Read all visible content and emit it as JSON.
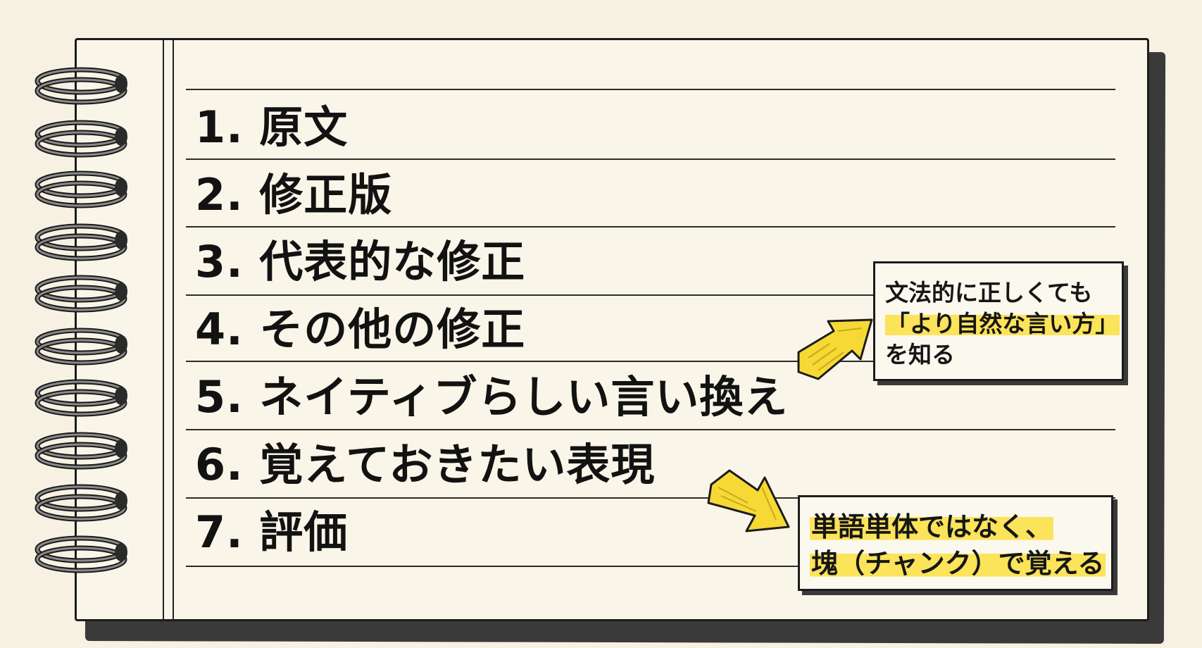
{
  "list": {
    "items": [
      {
        "label": "1. 原文"
      },
      {
        "label": "2. 修正版"
      },
      {
        "label": "3. 代表的な修正"
      },
      {
        "label": "4. その他の修正"
      },
      {
        "label": "5. ネイティブらしい言い換え"
      },
      {
        "label": "6. 覚えておきたい表現"
      },
      {
        "label": "7. 評価"
      }
    ]
  },
  "notes": {
    "native_note": {
      "line1": "文法的に正しくても",
      "line2_highlight": "「より自然な言い方」",
      "line3": "を知る"
    },
    "chunk_note": {
      "line1_highlight": "単語単体ではなく、",
      "line2_highlight": "塊（チャンク）で覚える"
    }
  },
  "icons": {
    "binding": "spiral-ring-icon",
    "pointer": "arrow-icon"
  },
  "colors": {
    "background": "#f6f1e2",
    "paper": "#f9f5e8",
    "ink": "#121212",
    "highlight": "#fbe35a",
    "arrow": "#f6d935"
  }
}
